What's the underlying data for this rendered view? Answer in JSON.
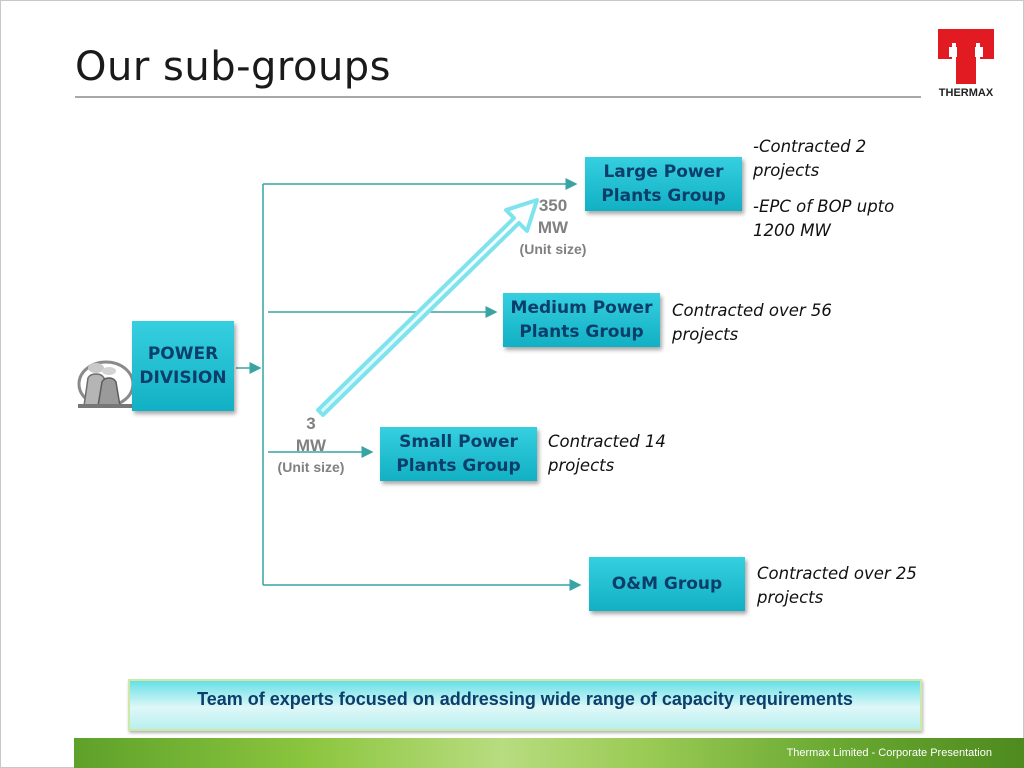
{
  "slide": {
    "title": "Our sub-groups"
  },
  "logo": {
    "brand": "THERMAX",
    "color": "#e21b22"
  },
  "root": {
    "label_line1": "POWER",
    "label_line2": "DIVISION"
  },
  "groups": [
    {
      "line1": "Large Power",
      "line2": "Plants Group",
      "desc": [
        "-Contracted 2 projects",
        "-EPC of BOP upto 1200 MW"
      ]
    },
    {
      "line1": "Medium Power",
      "line2": "Plants Group",
      "desc": [
        "Contracted over 56 projects"
      ]
    },
    {
      "line1": "Small Power",
      "line2": "Plants Group",
      "desc": [
        "Contracted 14 projects"
      ]
    },
    {
      "line1": "O&M Group",
      "line2": "",
      "desc": [
        "Contracted over 25 projects"
      ]
    }
  ],
  "capacity": {
    "high": {
      "value": "350",
      "unit": "MW",
      "note": "(Unit size)"
    },
    "low": {
      "value": "3",
      "unit": "MW",
      "note": "(Unit size)"
    }
  },
  "banner": {
    "text": "Team of experts focused on addressing wide range of capacity requirements"
  },
  "footer": {
    "text": "Thermax Limited - Corporate Presentation"
  },
  "colors": {
    "box": "#1cc0d2",
    "box_text": "#0b3e6b",
    "connector": "#3aa3a3",
    "footer_green": "#8cc63f"
  },
  "icons": [
    "power-plant-icon",
    "thermax-logo"
  ]
}
